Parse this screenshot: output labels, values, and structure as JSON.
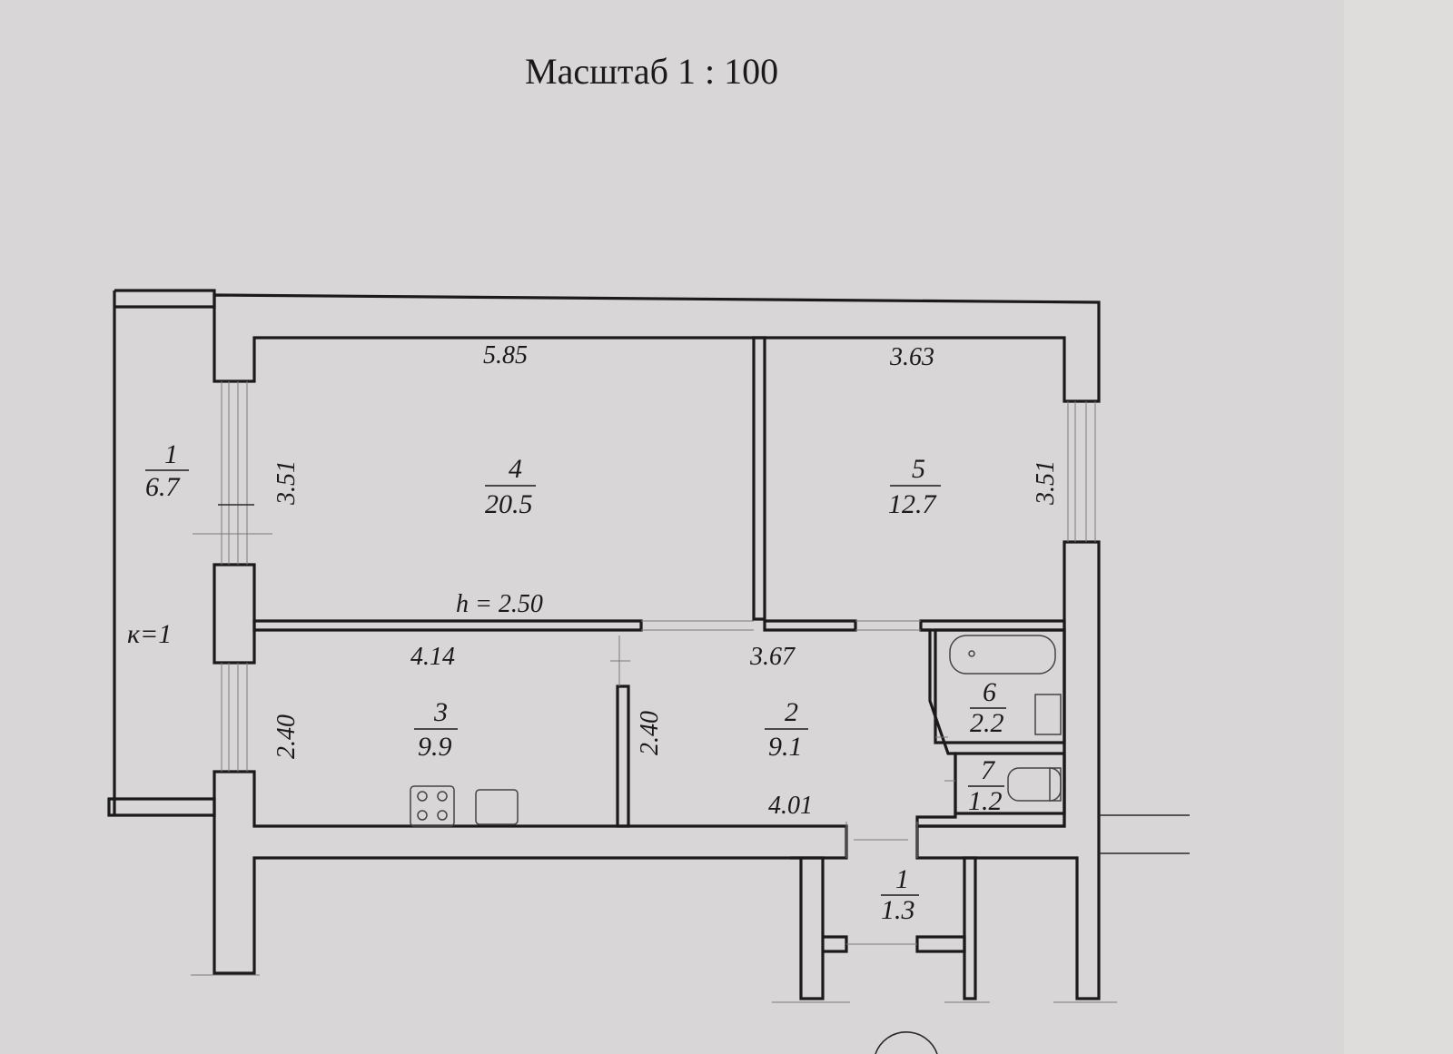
{
  "title": "Масштаб  1 : 100",
  "ceiling_height": "h = 2.50",
  "balcony_coefficient": "к=1",
  "rooms": [
    {
      "number": "1",
      "area": "6.7"
    },
    {
      "number": "4",
      "area": "20.5"
    },
    {
      "number": "5",
      "area": "12.7"
    },
    {
      "number": "3",
      "area": "9.9"
    },
    {
      "number": "2",
      "area": "9.1"
    },
    {
      "number": "6",
      "area": "2.2"
    },
    {
      "number": "7",
      "area": "1.2"
    },
    {
      "number": "1",
      "area": "1.3"
    }
  ],
  "dimensions": {
    "room4_width": "5.85",
    "room5_width": "3.63",
    "room4_depth": "3.51",
    "room5_depth": "3.51",
    "kitchen_width": "4.14",
    "hall_width": "3.67",
    "kitchen_depth": "2.40",
    "hall_depth": "2.40",
    "corridor_width": "4.01"
  }
}
